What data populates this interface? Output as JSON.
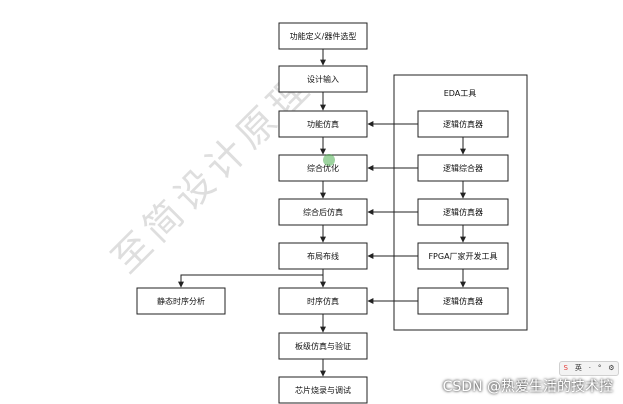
{
  "main_flow": {
    "spec": "功能定义/器件选型",
    "design_input": "设计输入",
    "func_sim": "功能仿真",
    "synthesis": "综合优化",
    "post_synth_sim": "综合后仿真",
    "place_route": "布局布线",
    "timing_sim": "时序仿真",
    "board_sim": "板级仿真与验证",
    "chip_program": "芯片烧录与调试"
  },
  "side_flow": {
    "static_timing": "静态时序分析"
  },
  "eda": {
    "title": "EDA工具",
    "logic_sim_1": "逻辑仿真器",
    "logic_synth": "逻辑综合器",
    "logic_sim_2": "逻辑仿真器",
    "fpga_vendor": "FPGA厂家开发工具",
    "logic_sim_3": "逻辑仿真器"
  },
  "watermark": {
    "text": "至简设计原理"
  },
  "credit": {
    "text": "CSDN @热爱生活的技术控"
  },
  "toolbar": {
    "lang": "英",
    "items": [
      "·",
      "°",
      "⚙"
    ]
  }
}
